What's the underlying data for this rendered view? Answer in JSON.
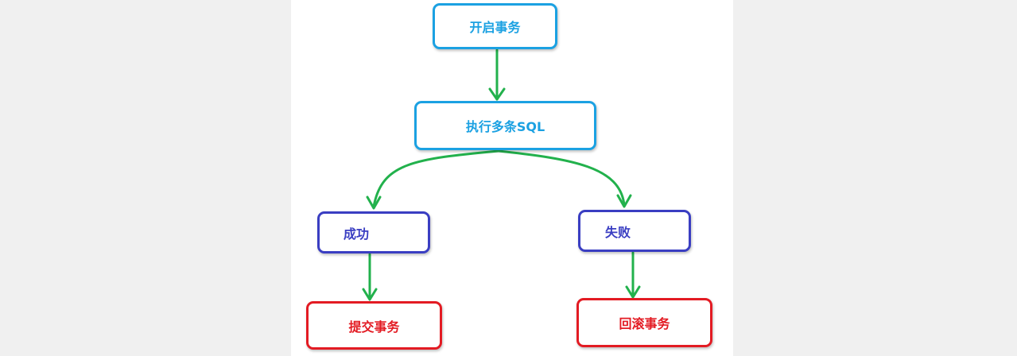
{
  "colors": {
    "cyan": "#1ba1e2",
    "blue": "#3a3ec2",
    "red": "#e31b23",
    "arrow": "#22b14c"
  },
  "nodes": {
    "start": {
      "label": "开启事务"
    },
    "execute": {
      "label": "执行多条SQL"
    },
    "success": {
      "label": "成功"
    },
    "failure": {
      "label": "失败"
    },
    "commit": {
      "label": "提交事务"
    },
    "rollback": {
      "label": "回滚事务"
    }
  },
  "edges": [
    {
      "from": "start",
      "to": "execute"
    },
    {
      "from": "execute",
      "to": "success"
    },
    {
      "from": "execute",
      "to": "failure"
    },
    {
      "from": "success",
      "to": "commit"
    },
    {
      "from": "failure",
      "to": "rollback"
    }
  ]
}
